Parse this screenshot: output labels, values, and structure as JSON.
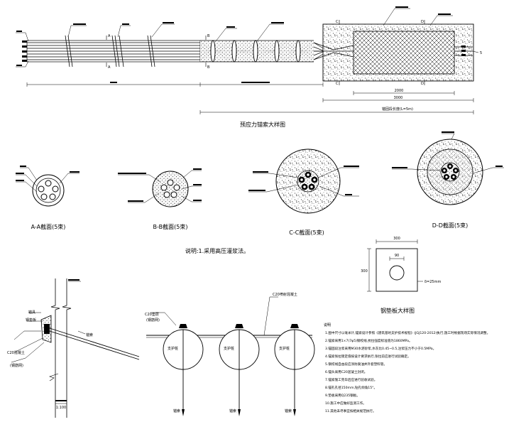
{
  "top_view": {
    "sections": [
      "A",
      "A",
      "B",
      "B",
      "C",
      "C",
      "D",
      "D"
    ],
    "end_label": "5",
    "dimensions": {
      "anchor_length_caption": "锚固段长度(L=5m)",
      "anchor_block": "2000",
      "block_width": "3000"
    }
  },
  "sections_title": "预应力锚索大样图",
  "sections": [
    {
      "caption": "A-A截面(5束)"
    },
    {
      "caption": "B-B截面(5束)"
    },
    {
      "caption": "C-C截面(5束)"
    },
    {
      "caption": "D-D截面(5束)"
    }
  ],
  "remark": "说明:1.采用高压灌浆法。",
  "plate": {
    "title": "钢垫板大样图",
    "dim_w": "300",
    "dim_h": "300",
    "hole_dim": "90",
    "thickness_label": "δ=25mm"
  },
  "front_detail": {
    "labels": [
      "锚具",
      "钢垫板",
      "C20混凝土",
      "锚索",
      "(钢筋网)"
    ]
  },
  "pile_detail": {
    "labels": [
      "C20垫层",
      "(钢筋网)",
      "C20喷射混凝土",
      "支护桩",
      "支护桩",
      "支护桩",
      "锚索",
      "锚索",
      "锚索"
    ]
  },
  "notes": {
    "title": "说明",
    "lines": [
      "1.图中尺寸以毫米计,锚索设计参照《建筑基坑支护技术规程》(JGJ120-2012)执行,施工时根据现场实际情况调整。",
      "2.锚索采用1×7(7φ5)钢绞线,抗拉强度标准值为1860MPa。",
      "3.锚固段注浆采用M30水泥砂浆,水灰比0.45~0.5,注浆压力不小于0.5MPa。",
      "4.锚索张拉锁定值按设计要求执行,张拉前应进行试验确定。",
      "5.钢绞线自由段应涂防腐油并外套塑料管。",
      "6.锚头采用C20混凝土封闭。",
      "7.锚索施工完毕后应进行验收试验。",
      "8.锚孔孔径150mm,钻孔倾角15°。",
      "9.垫板采用Q235钢板。",
      "10.施工中应做好监测工作。",
      "11.其他未尽事宜按相关规范执行。"
    ]
  },
  "bottom_left_caption": "1:100"
}
